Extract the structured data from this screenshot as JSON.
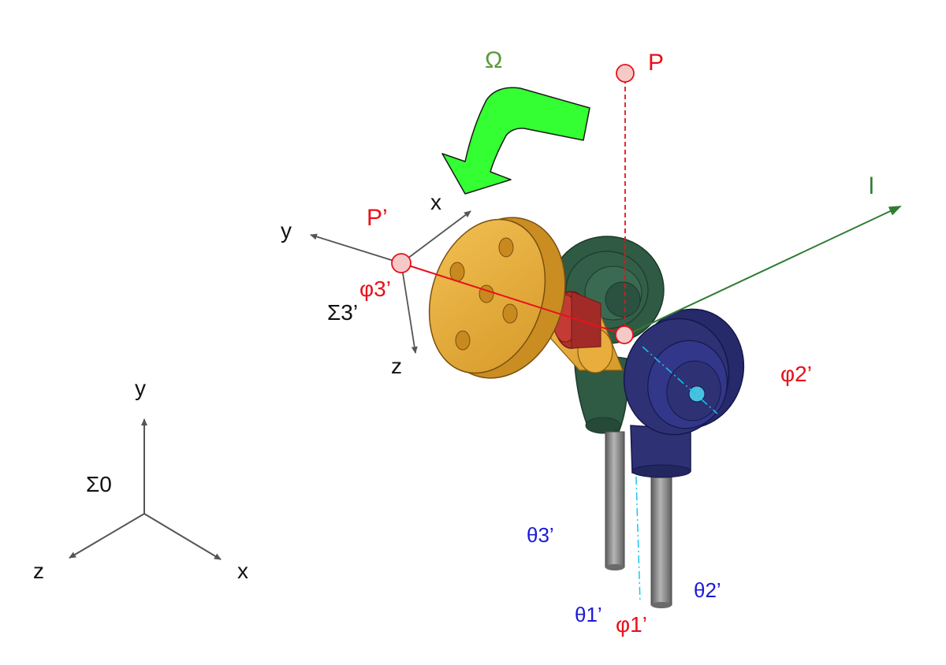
{
  "colors": {
    "red": "#e8111a",
    "blue": "#1b1bd6",
    "green_text": "#5b9a3c",
    "axis_gray": "#555555",
    "l_axis": "#2e7d32",
    "arrow_green": "#33ff33",
    "flange_yellow": "#e8ad3c",
    "hub_red": "#b0312c",
    "body_green": "#2f5a43",
    "body_blue": "#2e3275",
    "rod_gray": "#7f7f7f",
    "marker_fill": "#f6c9c9",
    "dash_cyan": "#18c8e8"
  },
  "labels": {
    "omega": "Ω",
    "P": "P",
    "P_prime": "P’",
    "l": "l",
    "sigma3": "Σ3’",
    "phi3": "φ3’",
    "phi2": "φ2’",
    "phi1": "φ1’",
    "theta1": "θ1’",
    "theta2": "θ2’",
    "theta3": "θ3’",
    "sigma0": "Σ0",
    "frame3_x": "x",
    "frame3_y": "y",
    "frame3_z": "z",
    "frame0_x": "x",
    "frame0_y": "y",
    "frame0_z": "z"
  }
}
